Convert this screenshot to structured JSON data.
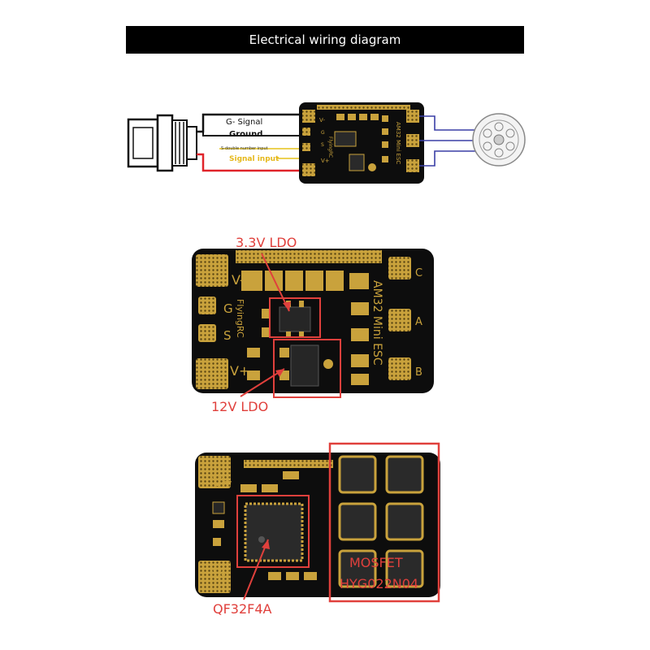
{
  "title": "Electrical wiring diagram",
  "wiring": {
    "g_signal": "G- Signal",
    "ground": "Ground",
    "s_double": "S-double number input",
    "signal_input": "Signal input"
  },
  "board": {
    "brand": "FlyingRC",
    "model": "AM32 Mini ESC",
    "pin_v_minus": "V-",
    "pin_g": "G",
    "pin_s": "S",
    "pin_v_plus": "V+",
    "phase_c": "C",
    "phase_a": "A",
    "phase_b": "B"
  },
  "callouts": {
    "ldo_33": "3.3V LDO",
    "ldo_12": "12V LDO",
    "mcu": "QF32F4A",
    "mosfet_line1": "MOSFET",
    "mosfet_line2": "HYG022N04"
  },
  "colors": {
    "pcb": "#0d0d0d",
    "gold": "#c9a23c",
    "callout": "#e0403c",
    "wire_red": "#e0242a",
    "wire_yellow": "#e6c21a",
    "wire_blue": "#3a3fa6"
  }
}
